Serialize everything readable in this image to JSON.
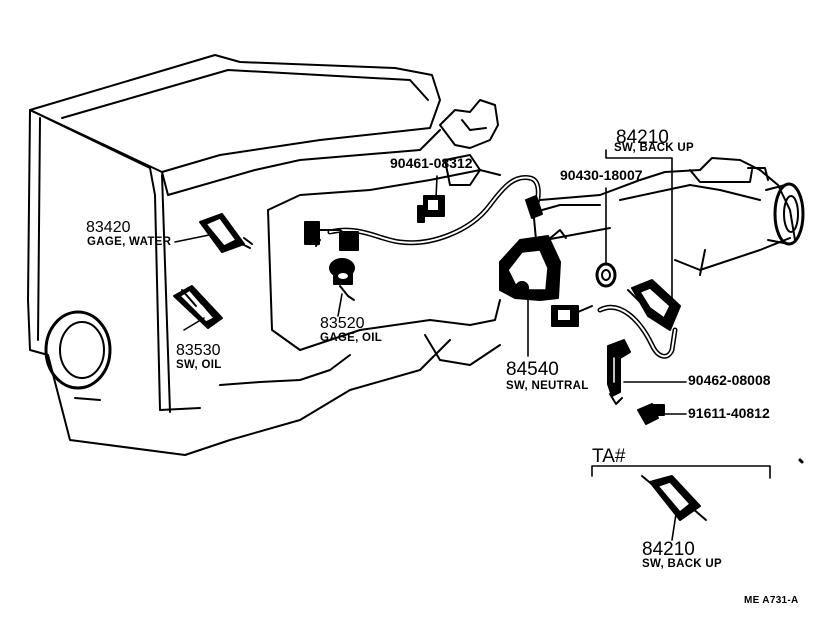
{
  "parts": {
    "p83420": {
      "number": "83420",
      "name": "GAGE, WATER"
    },
    "p83530": {
      "number": "83530",
      "name": "SW, OIL"
    },
    "p83520": {
      "number": "83520",
      "name": "GAGE, OIL"
    },
    "p90461": {
      "number": "90461-08312"
    },
    "p84210_top": {
      "number": "84210",
      "name": "SW, BACK UP"
    },
    "p90430": {
      "number": "90430-18007"
    },
    "p84540": {
      "number": "84540",
      "name": "SW, NEUTRAL"
    },
    "p90462": {
      "number": "90462-08008"
    },
    "p91611": {
      "number": "91611-40812"
    },
    "ta_group": {
      "label": "TA#"
    },
    "p84210_ta": {
      "number": "84210",
      "name": "SW, BACK UP"
    }
  },
  "drawing_code": "ME  A731-A",
  "colors": {
    "ink": "#000000",
    "paper": "#ffffff"
  }
}
